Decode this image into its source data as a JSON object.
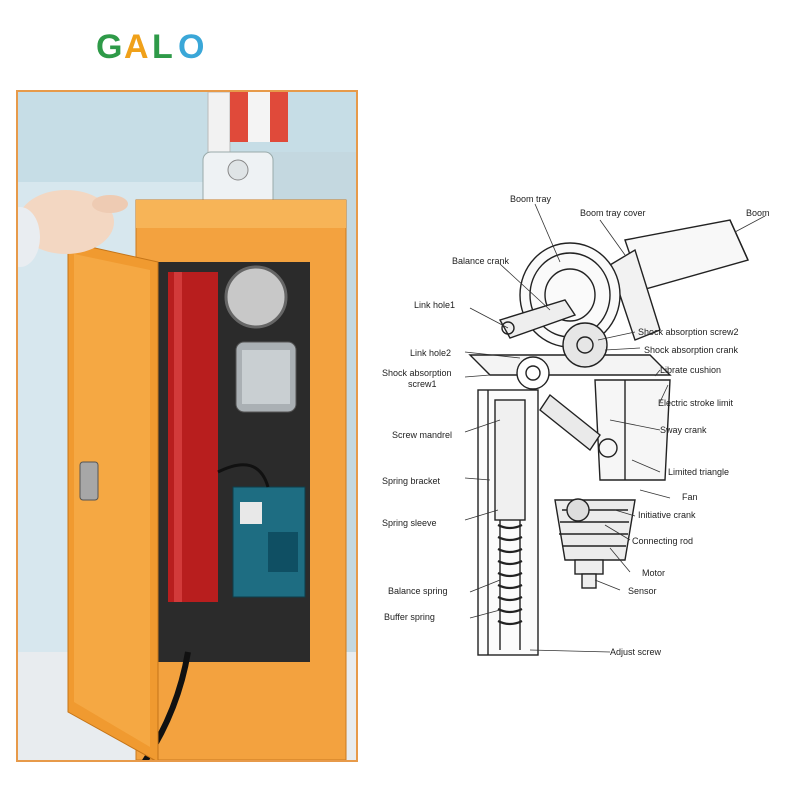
{
  "brand": {
    "logo_text": "GALO"
  },
  "labels": {
    "boom_tray": "Boom tray",
    "boom_tray_cover": "Boom tray cover",
    "boom": "Boom",
    "balance_crank": "Balance crank",
    "link_hole1": "Link hole1",
    "shock_absorption_screw2": "Shock absorption screw2",
    "link_hole2": "Link hole2",
    "shock_absorption_crank": "Shock absorption crank",
    "shock_absorption_screw1_line1": "Shock absorption",
    "shock_absorption_screw1_line2": "screw1",
    "librate_cushion": "Librate cushion",
    "electric_stroke_limit": "Electric stroke limit",
    "screw_mandrel": "Screw mandrel",
    "sway_crank": "Sway crank",
    "limited_triangle": "Limited triangle",
    "spring_bracket": "Spring bracket",
    "fan": "Fan",
    "initiative_crank": "Initiative crank",
    "spring_sleeve": "Spring sleeve",
    "connecting_rod": "Connecting rod",
    "motor": "Motor",
    "balance_spring": "Balance spring",
    "sensor": "Sensor",
    "buffer_spring": "Buffer spring",
    "adjust_screw": "Adjust screw"
  }
}
